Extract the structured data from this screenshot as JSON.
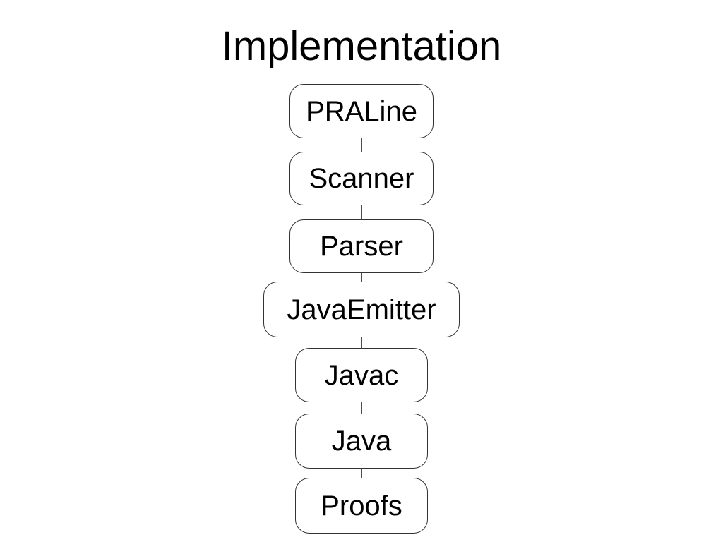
{
  "title": "Implementation",
  "nodes": [
    "PRALine",
    "Scanner",
    "Parser",
    "JavaEmitter",
    "Javac",
    "Java",
    "Proofs"
  ]
}
